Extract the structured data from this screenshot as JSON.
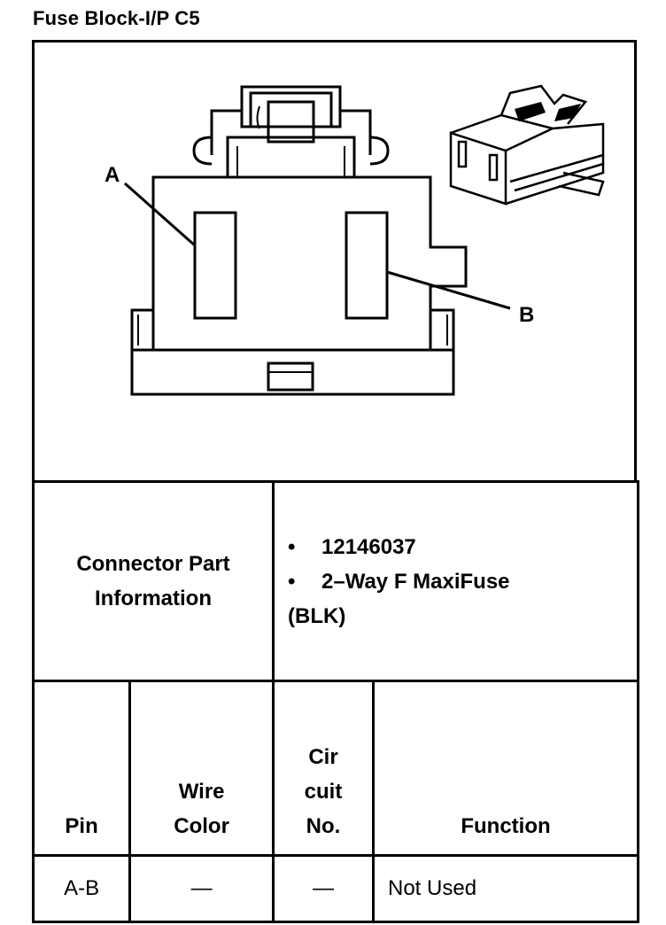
{
  "title": "Fuse Block-I/P C5",
  "diagram": {
    "callouts": [
      "A",
      "B"
    ]
  },
  "connector_info": {
    "label_line1": "Connector Part",
    "label_line2": "Information",
    "bullet": "•",
    "items": [
      "12146037",
      "2–Way F MaxiFuse"
    ],
    "continuation": "(BLK)"
  },
  "pin_table": {
    "headers": {
      "pin": "Pin",
      "wire_color_1": "Wire",
      "wire_color_2": "Color",
      "circuit_1": "Cir",
      "circuit_2": "cuit",
      "circuit_3": "No.",
      "function": "Function"
    },
    "rows": [
      {
        "pin": "A-B",
        "wire_color": "—",
        "circuit": "—",
        "function": "Not Used"
      }
    ]
  }
}
